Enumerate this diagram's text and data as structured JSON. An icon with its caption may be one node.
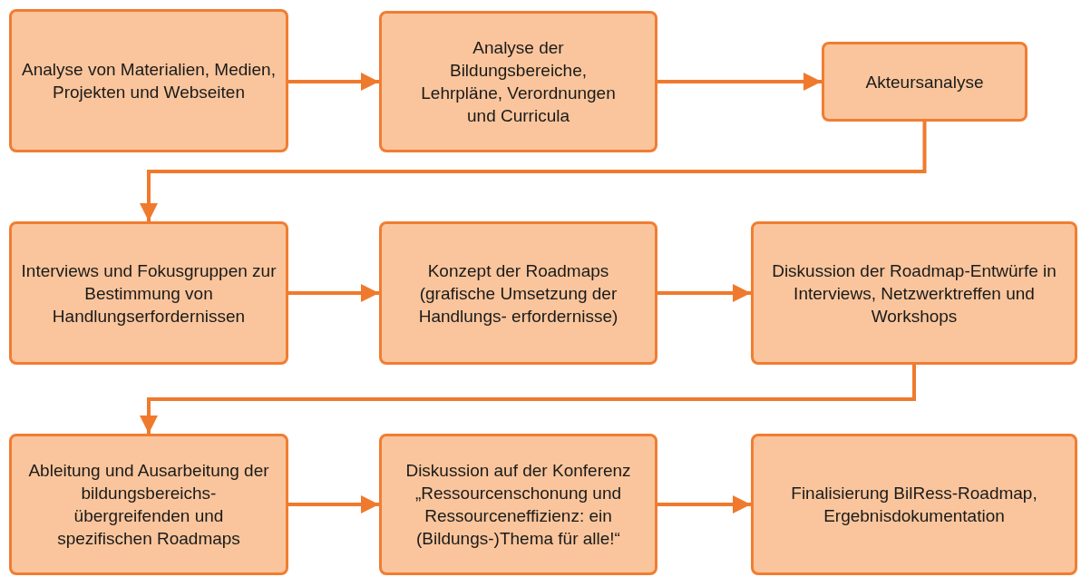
{
  "diagram": {
    "nodes": [
      {
        "text": [
          "Analyse von Materialien, Medien, Projekten und Webseiten"
        ]
      },
      {
        "text": [
          "Analyse der Bildungsbereiche, Lehrpläne, Verordnungen und Curricula"
        ]
      },
      {
        "text": [
          "Akteursanalyse"
        ]
      },
      {
        "text": [
          "Interviews und Fokusgruppen zur Bestimmung von Handlungserfordernissen"
        ]
      },
      {
        "text": [
          "Konzept der Roadmaps (grafische Umsetzung der Handlungs- erfordernisse)"
        ]
      },
      {
        "text": [
          "Diskussion der Roadmap-Entwürfe in Interviews, Netzwerktreffen und Workshops"
        ]
      },
      {
        "text": [
          "Ableitung und Ausarbeitung der bildungsbereichs- übergreifenden und spezifischen Roadmaps"
        ]
      },
      {
        "text": [
          "Diskussion auf der Konferenz „Ressourcenschonung und Ressourceneffizienz: ein (Bildungs-)Thema für alle!“"
        ]
      },
      {
        "text": [
          "Finalisierung BilRess-Roadmap, Ergebnisdokumentation"
        ]
      }
    ],
    "edges": [
      {
        "from": 0,
        "to": 1,
        "arrow": "to"
      },
      {
        "from": 1,
        "to": 2,
        "arrow": "to"
      },
      {
        "from": 2,
        "to": 3,
        "arrow": "to"
      },
      {
        "from": 3,
        "to": 4,
        "arrow": "to"
      },
      {
        "from": 4,
        "to": 5,
        "arrow": "to"
      },
      {
        "from": 5,
        "to": 6,
        "arrow": "to"
      },
      {
        "from": 6,
        "to": 7,
        "arrow": "to"
      },
      {
        "from": 7,
        "to": 8,
        "arrow": "to"
      }
    ]
  }
}
